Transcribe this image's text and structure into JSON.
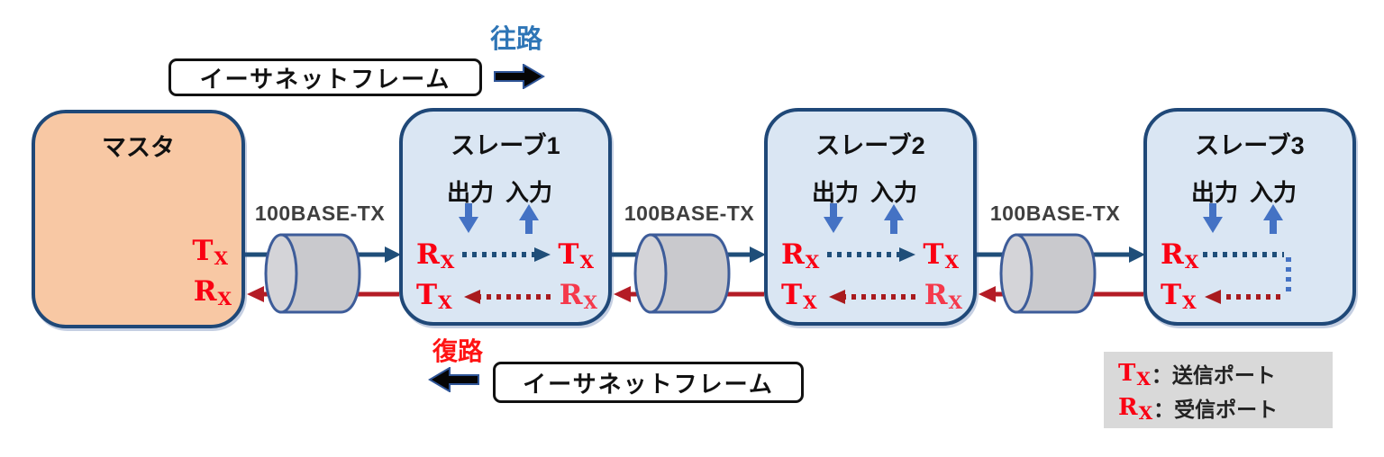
{
  "banners": {
    "top": {
      "route": "往路",
      "frame": "イーサネットフレーム"
    },
    "bottom": {
      "route": "復路",
      "frame": "イーサネットフレーム"
    }
  },
  "master": {
    "title": "マスタ"
  },
  "slaves": [
    {
      "title": "スレーブ1",
      "output": "出力",
      "input": "入力"
    },
    {
      "title": "スレーブ2",
      "output": "出力",
      "input": "入力"
    },
    {
      "title": "スレーブ3",
      "output": "出力",
      "input": "入力"
    }
  ],
  "port": {
    "t": "T",
    "r": "R",
    "x": "X"
  },
  "cables": [
    {
      "label": "100BASE-TX"
    },
    {
      "label": "100BASE-TX"
    },
    {
      "label": "100BASE-TX"
    }
  ],
  "legend": {
    "tx_text": "：送信ポート",
    "rx_text": "：受信ポート"
  },
  "colors": {
    "master_fill": "#F8C8A4",
    "slave_fill": "#DAE6F3",
    "box_border": "#1F4878",
    "navy_line": "#1F4E79",
    "red_line": "#B41C26",
    "dotted_red": "#A91B1E",
    "port_red": "#FA0013",
    "port_red_light": "#F5394B",
    "io_arrow_blue": "#4472C4",
    "route_blue": "#2E75B6",
    "route_red": "#FF1414",
    "cable_fill": "#C9C9CD",
    "cable_stroke": "#3D5C99",
    "legend_bg": "#D9D9D9",
    "cable_label_gray": "#3F3F3F",
    "black_arrow": "#050505"
  }
}
